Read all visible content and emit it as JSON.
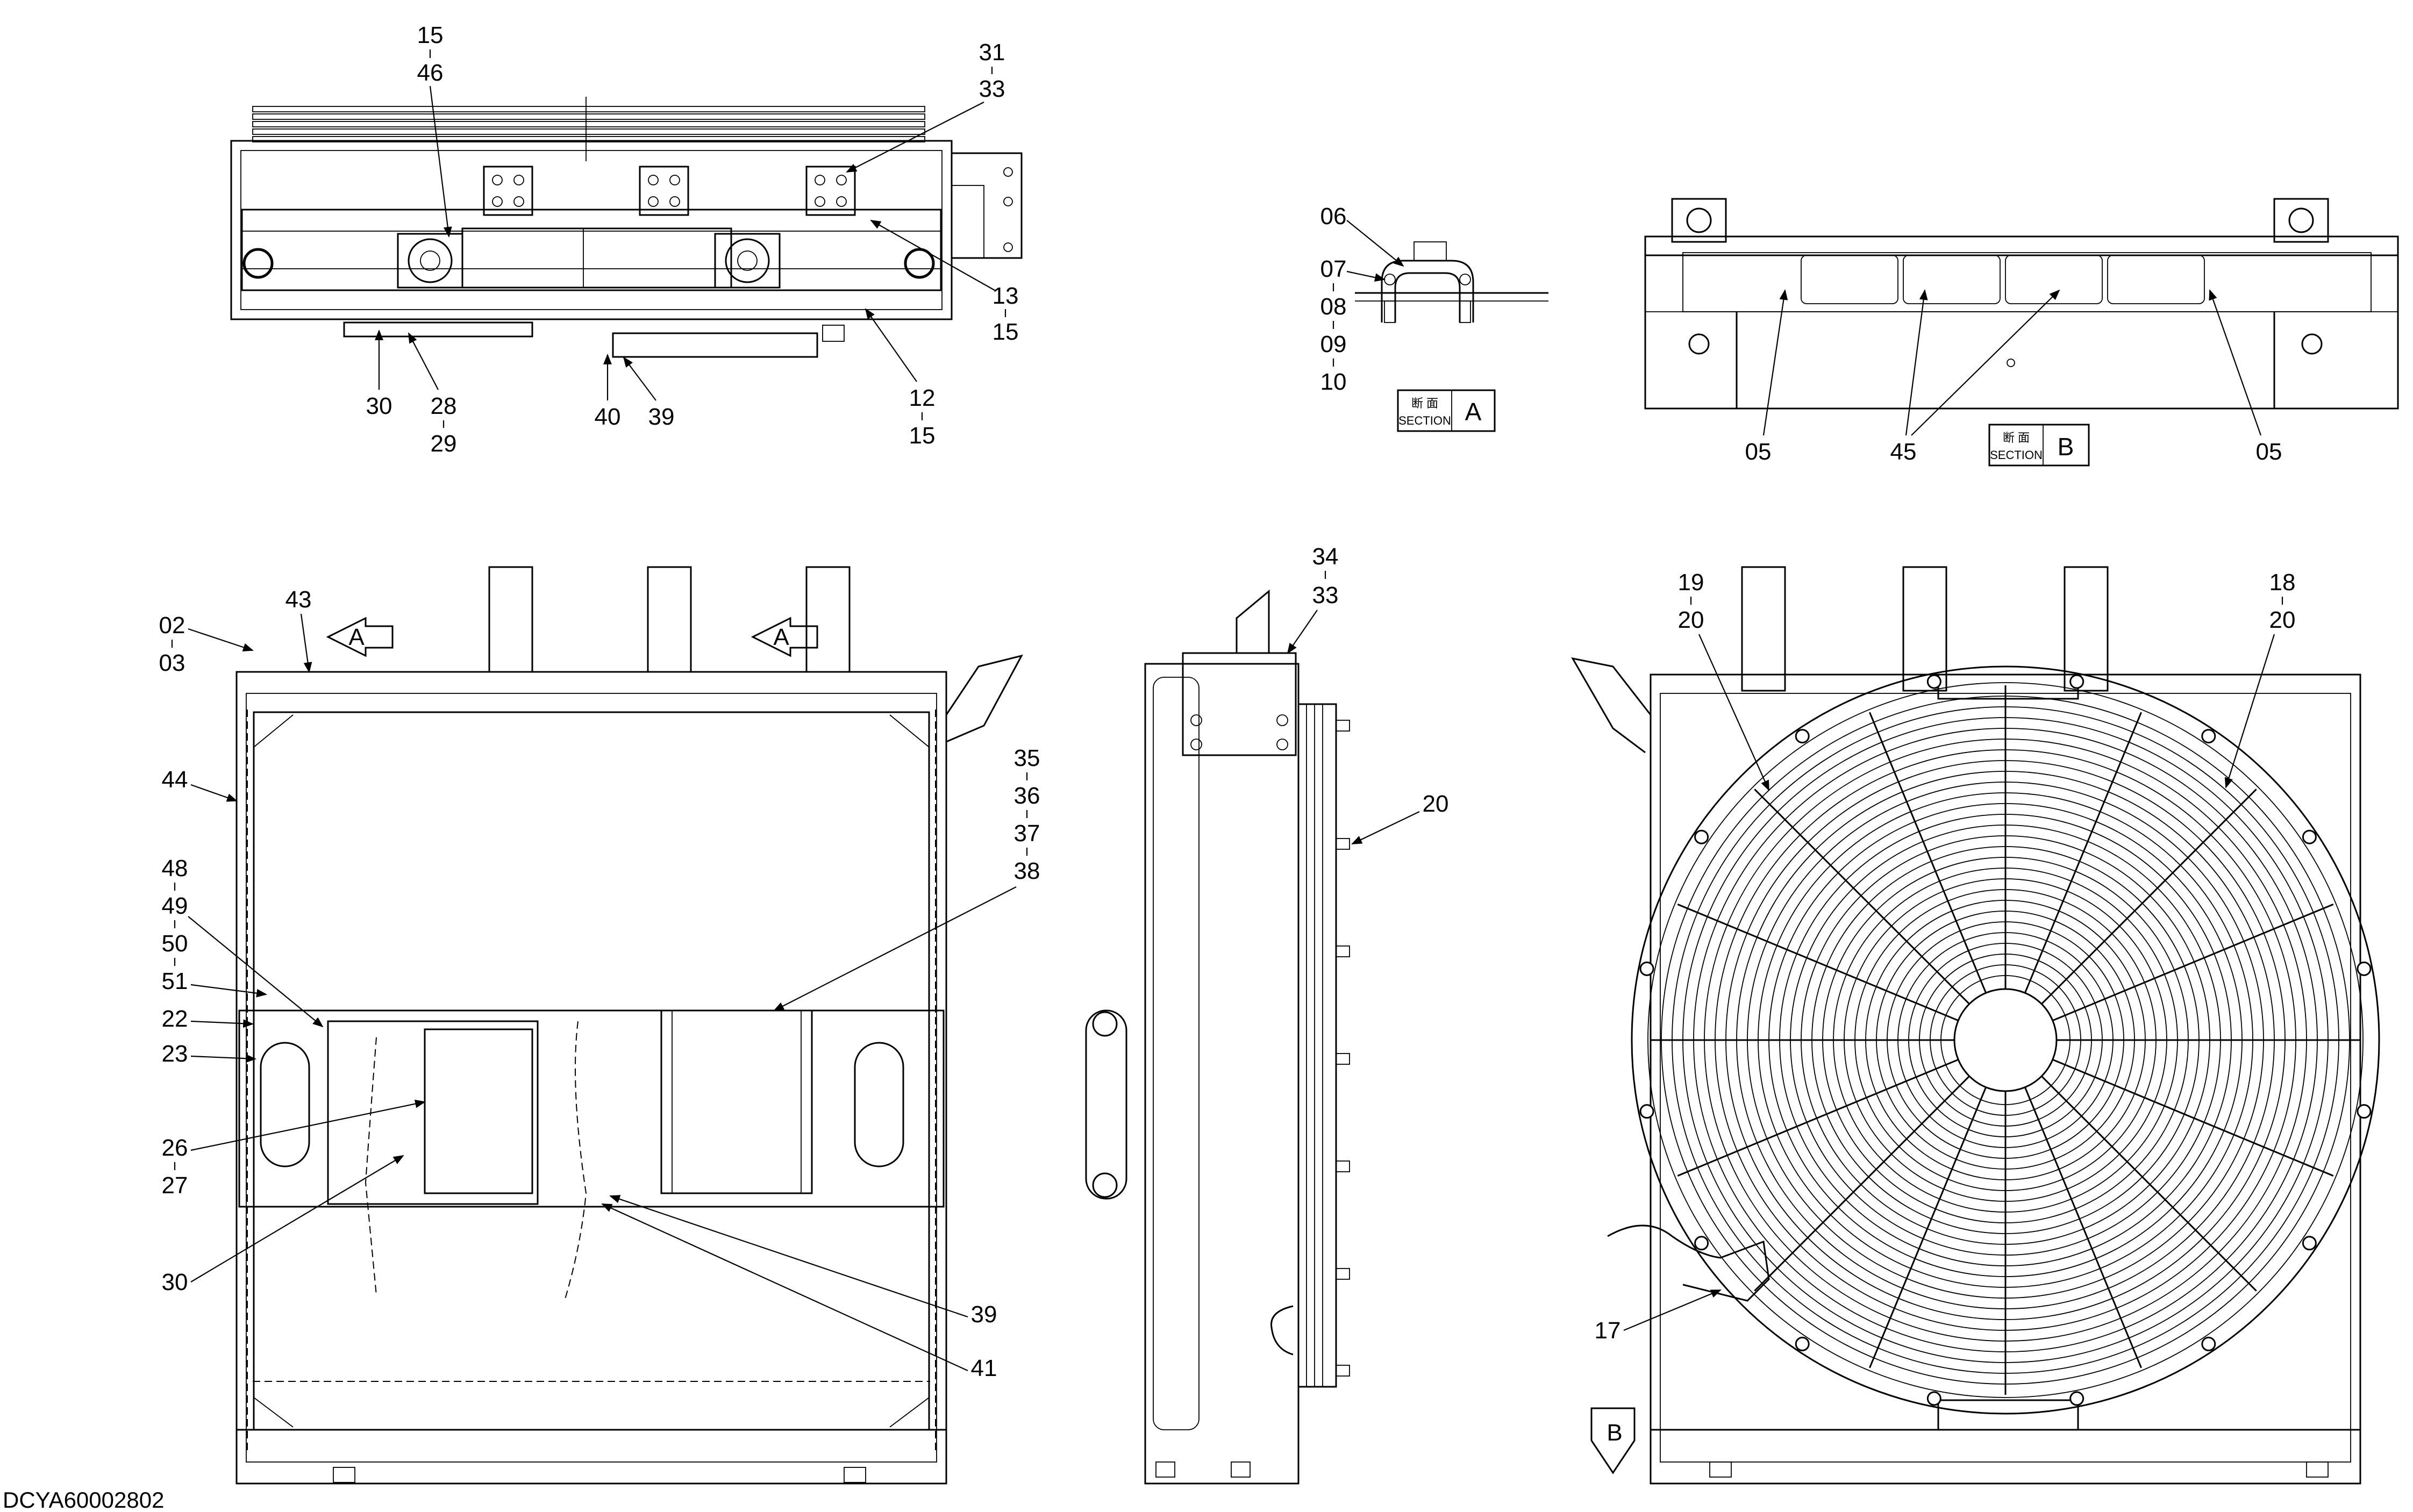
{
  "drawing_code": "DCYA60002802",
  "section_a": {
    "kanji": "断 面",
    "word": "SECTION",
    "letter": "A"
  },
  "section_b": {
    "kanji": "断 面",
    "word": "SECTION",
    "letter": "B"
  },
  "view_arrows": {
    "a_left": "A",
    "a_right": "A",
    "b_bottom": "B"
  },
  "callouts": {
    "top": {
      "c15": "15",
      "c46": "46",
      "c31": "31",
      "c33": "33",
      "c13": "13",
      "c15b": "15",
      "c12": "12",
      "c15c": "15",
      "c30": "30",
      "c28": "28",
      "c29": "29",
      "c40": "40",
      "c39": "39"
    },
    "secA": {
      "c06": "06",
      "c07": "07",
      "c08": "08",
      "c09": "09",
      "c10": "10"
    },
    "secB": {
      "c05a": "05",
      "c45": "45",
      "c05b": "05"
    },
    "front": {
      "c02": "02",
      "c03": "03",
      "c43": "43",
      "c44": "44",
      "c35": "35",
      "c36": "36",
      "c37": "37",
      "c38": "38",
      "c48": "48",
      "c49": "49",
      "c50": "50",
      "c51": "51",
      "c22": "22",
      "c23": "23",
      "c26": "26",
      "c27": "27",
      "c30": "30",
      "c39": "39",
      "c41": "41"
    },
    "side": {
      "c34": "34",
      "c33": "33",
      "c20": "20"
    },
    "rear": {
      "c19": "19",
      "c20a": "20",
      "c18": "18",
      "c20b": "20",
      "c17": "17"
    }
  }
}
